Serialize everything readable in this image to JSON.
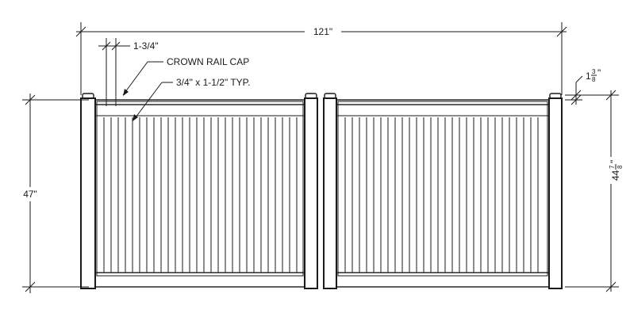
{
  "dimensions": {
    "overall_width": "121\"",
    "post_width": "1-3/4\"",
    "cap_height_whole": "1",
    "cap_height_num": "3",
    "cap_height_den": "8",
    "cap_height_inch": "\"",
    "panel_height_whole": "44",
    "panel_height_num": "7",
    "panel_height_den": "8",
    "panel_height_inch": "\"",
    "overall_height": "47\""
  },
  "callouts": {
    "crown_rail_cap": "CROWN RAIL CAP",
    "picket_size": "3/4\" x 1-1/2\" TYP."
  }
}
